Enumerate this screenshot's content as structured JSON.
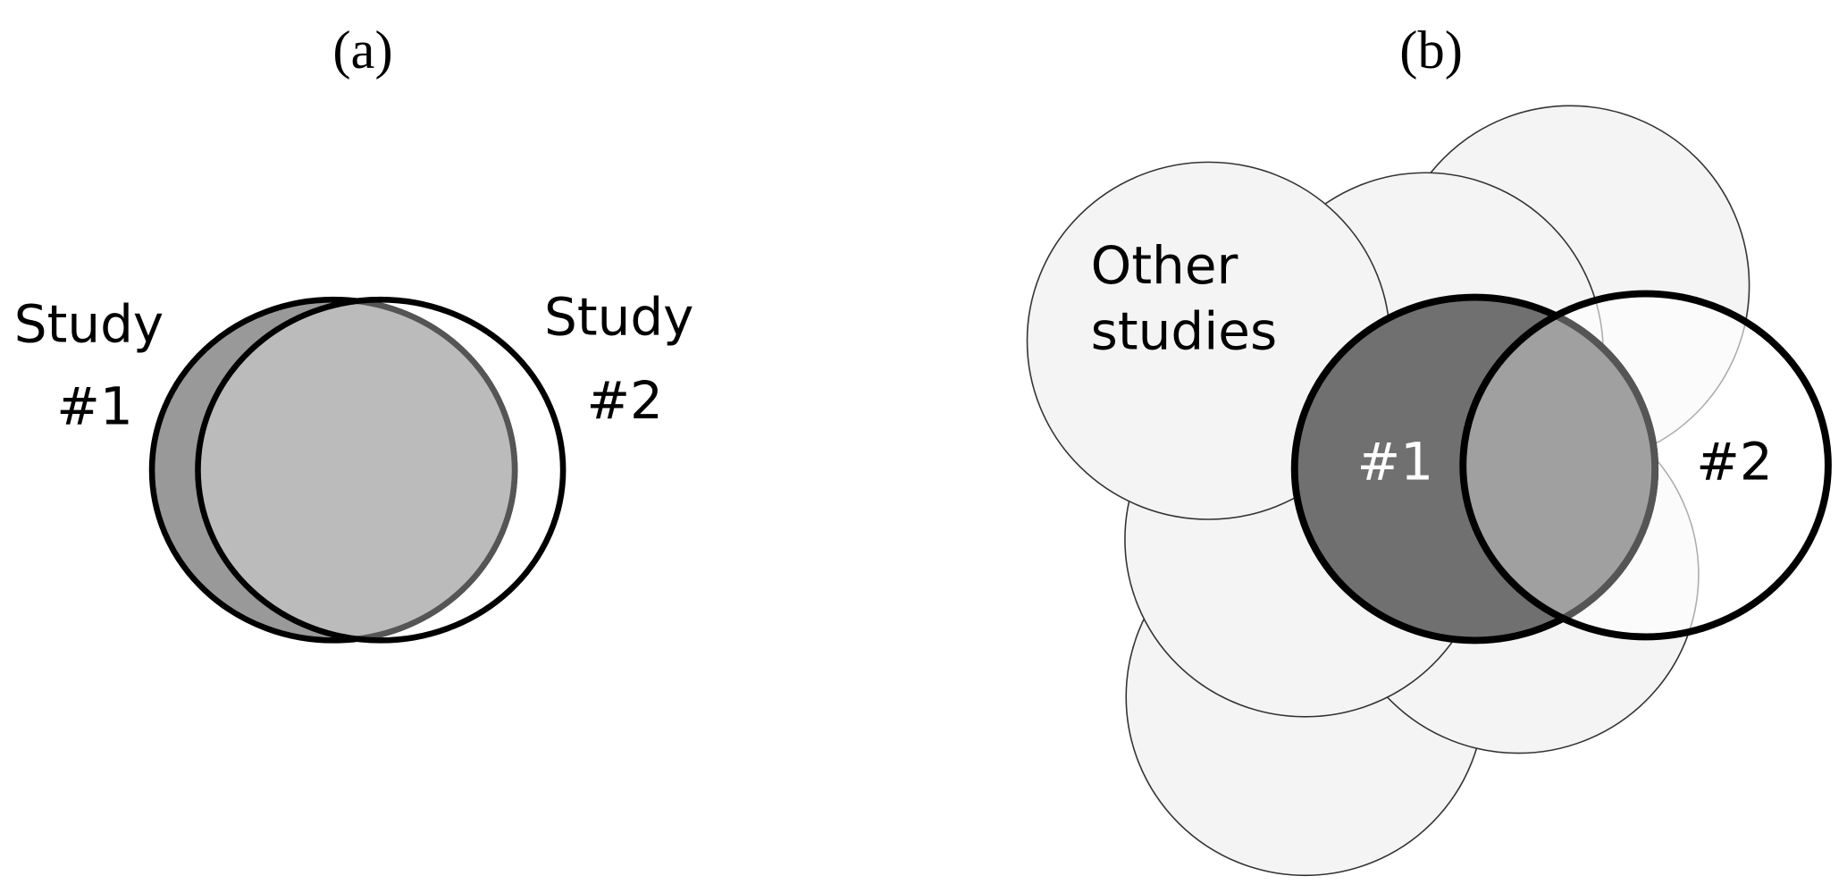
{
  "panel_a": {
    "title": "(a)",
    "study1_label": [
      "Study",
      "#1"
    ],
    "study2_label": [
      "Study",
      "#2"
    ]
  },
  "panel_b": {
    "title": "(b)",
    "other_label": [
      "Other",
      "studies"
    ],
    "study1_label": "#1",
    "study2_label": "#2"
  },
  "colors": {
    "study1_fill_a": "#999999",
    "overlap_fill_a": "#bbbbbb",
    "study1_fill_b": "#707070",
    "overlap_fill_b": "#a0a0a0",
    "other_fill": "#f4f4f4"
  }
}
